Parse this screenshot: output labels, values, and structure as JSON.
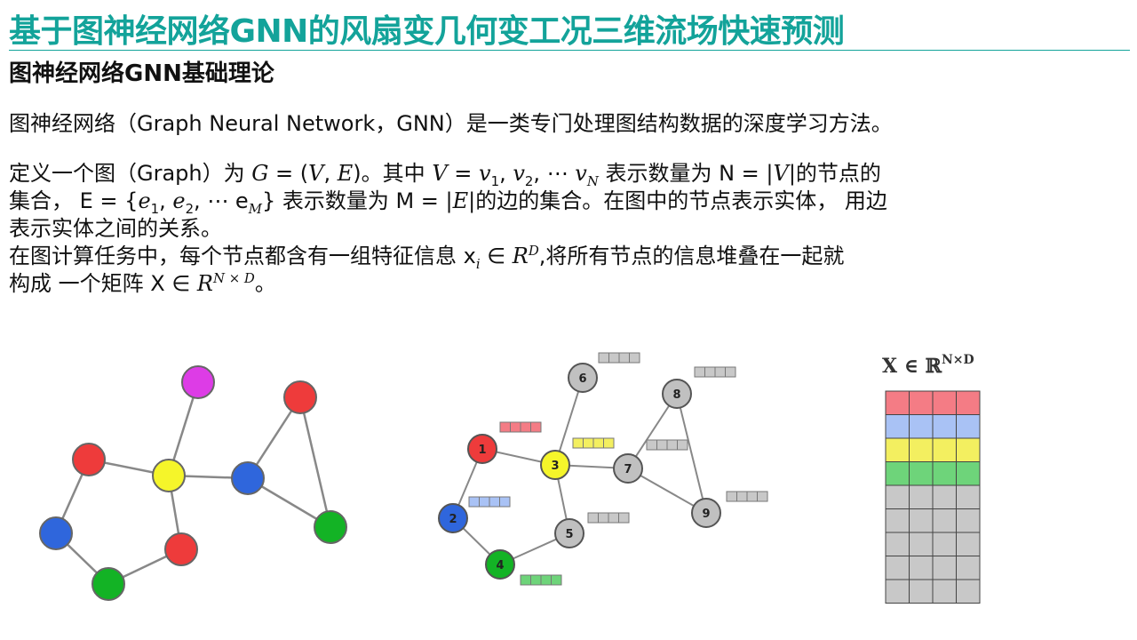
{
  "slide": {
    "title": "基于图神经网络GNN的风扇变几何变工况三维流场快速预测",
    "subtitle": "图神经网络GNN基础理论",
    "intro": "图神经网络（Graph Neural Network，GNN）是一类专门处理图结构数据的深度学习方法。",
    "def_line1_a": "定义一个图（Graph）为 ",
    "def_G": "G",
    "def_line1_b": " = (",
    "def_V": "V",
    "def_sep": ", ",
    "def_E": "E",
    "def_line1_c": ")",
    "def_line1_d": "。其中 ",
    "def_V2": "V",
    "def_eq": " = ",
    "def_v": "v",
    "def_1": "1",
    "def_comma": ", ",
    "def_v2": "v",
    "def_2": "2",
    "def_dots": ", ⋯ ",
    "def_vN": "v",
    "def_N": "N",
    "def_line1_e": " 表示数量为 N = |",
    "def_V3": "V",
    "def_line1_f": "|的节点的",
    "def_line2_a": "集合， E = {",
    "def_e": "e",
    "def_e1": "1",
    "def_e_comma": ", ",
    "def_e2v": "e",
    "def_e2": "2",
    "def_e_dots": ", ⋯ e",
    "def_eM": "M",
    "def_line2_b": "} 表示数量为 M = |",
    "def_E2": "E",
    "def_line2_c": "|的边的集合。在图中的节点表示实体， 用边",
    "def_line3": "表示实体之间的关系。",
    "def_line4_a": "在图计算任务中，每个节点都含有一组特征信息 x",
    "def_xi": "i",
    "def_line4_b": " ∈ ",
    "def_R": "R",
    "def_D": "D",
    "def_line4_c": ",将所有节点的信息堆叠在一起就",
    "def_line5_a": "构成 一个矩阵 X ∈ ",
    "def_R2": "R",
    "def_ND": "N × D",
    "def_line5_b": "。"
  },
  "figure_right": {
    "label_X": "X ∈ ℝ",
    "label_sup": "N×D",
    "row_colors": [
      "#f47c85",
      "#a9c2f5",
      "#f3ef60",
      "#6ed47a",
      "#c8c8c8",
      "#c8c8c8",
      "#c8c8c8",
      "#c8c8c8",
      "#c8c8c8"
    ]
  },
  "figure_middle": {
    "node_labels": [
      "1",
      "2",
      "3",
      "4",
      "5",
      "6",
      "7",
      "8",
      "9"
    ]
  },
  "colors": {
    "accent": "#13a39a",
    "red": "#ee3b3b",
    "blue": "#2f66dc",
    "yellow": "#f5f52a",
    "green": "#13b325",
    "magenta": "#dd3ce6",
    "gray": "#bfbfbf"
  }
}
